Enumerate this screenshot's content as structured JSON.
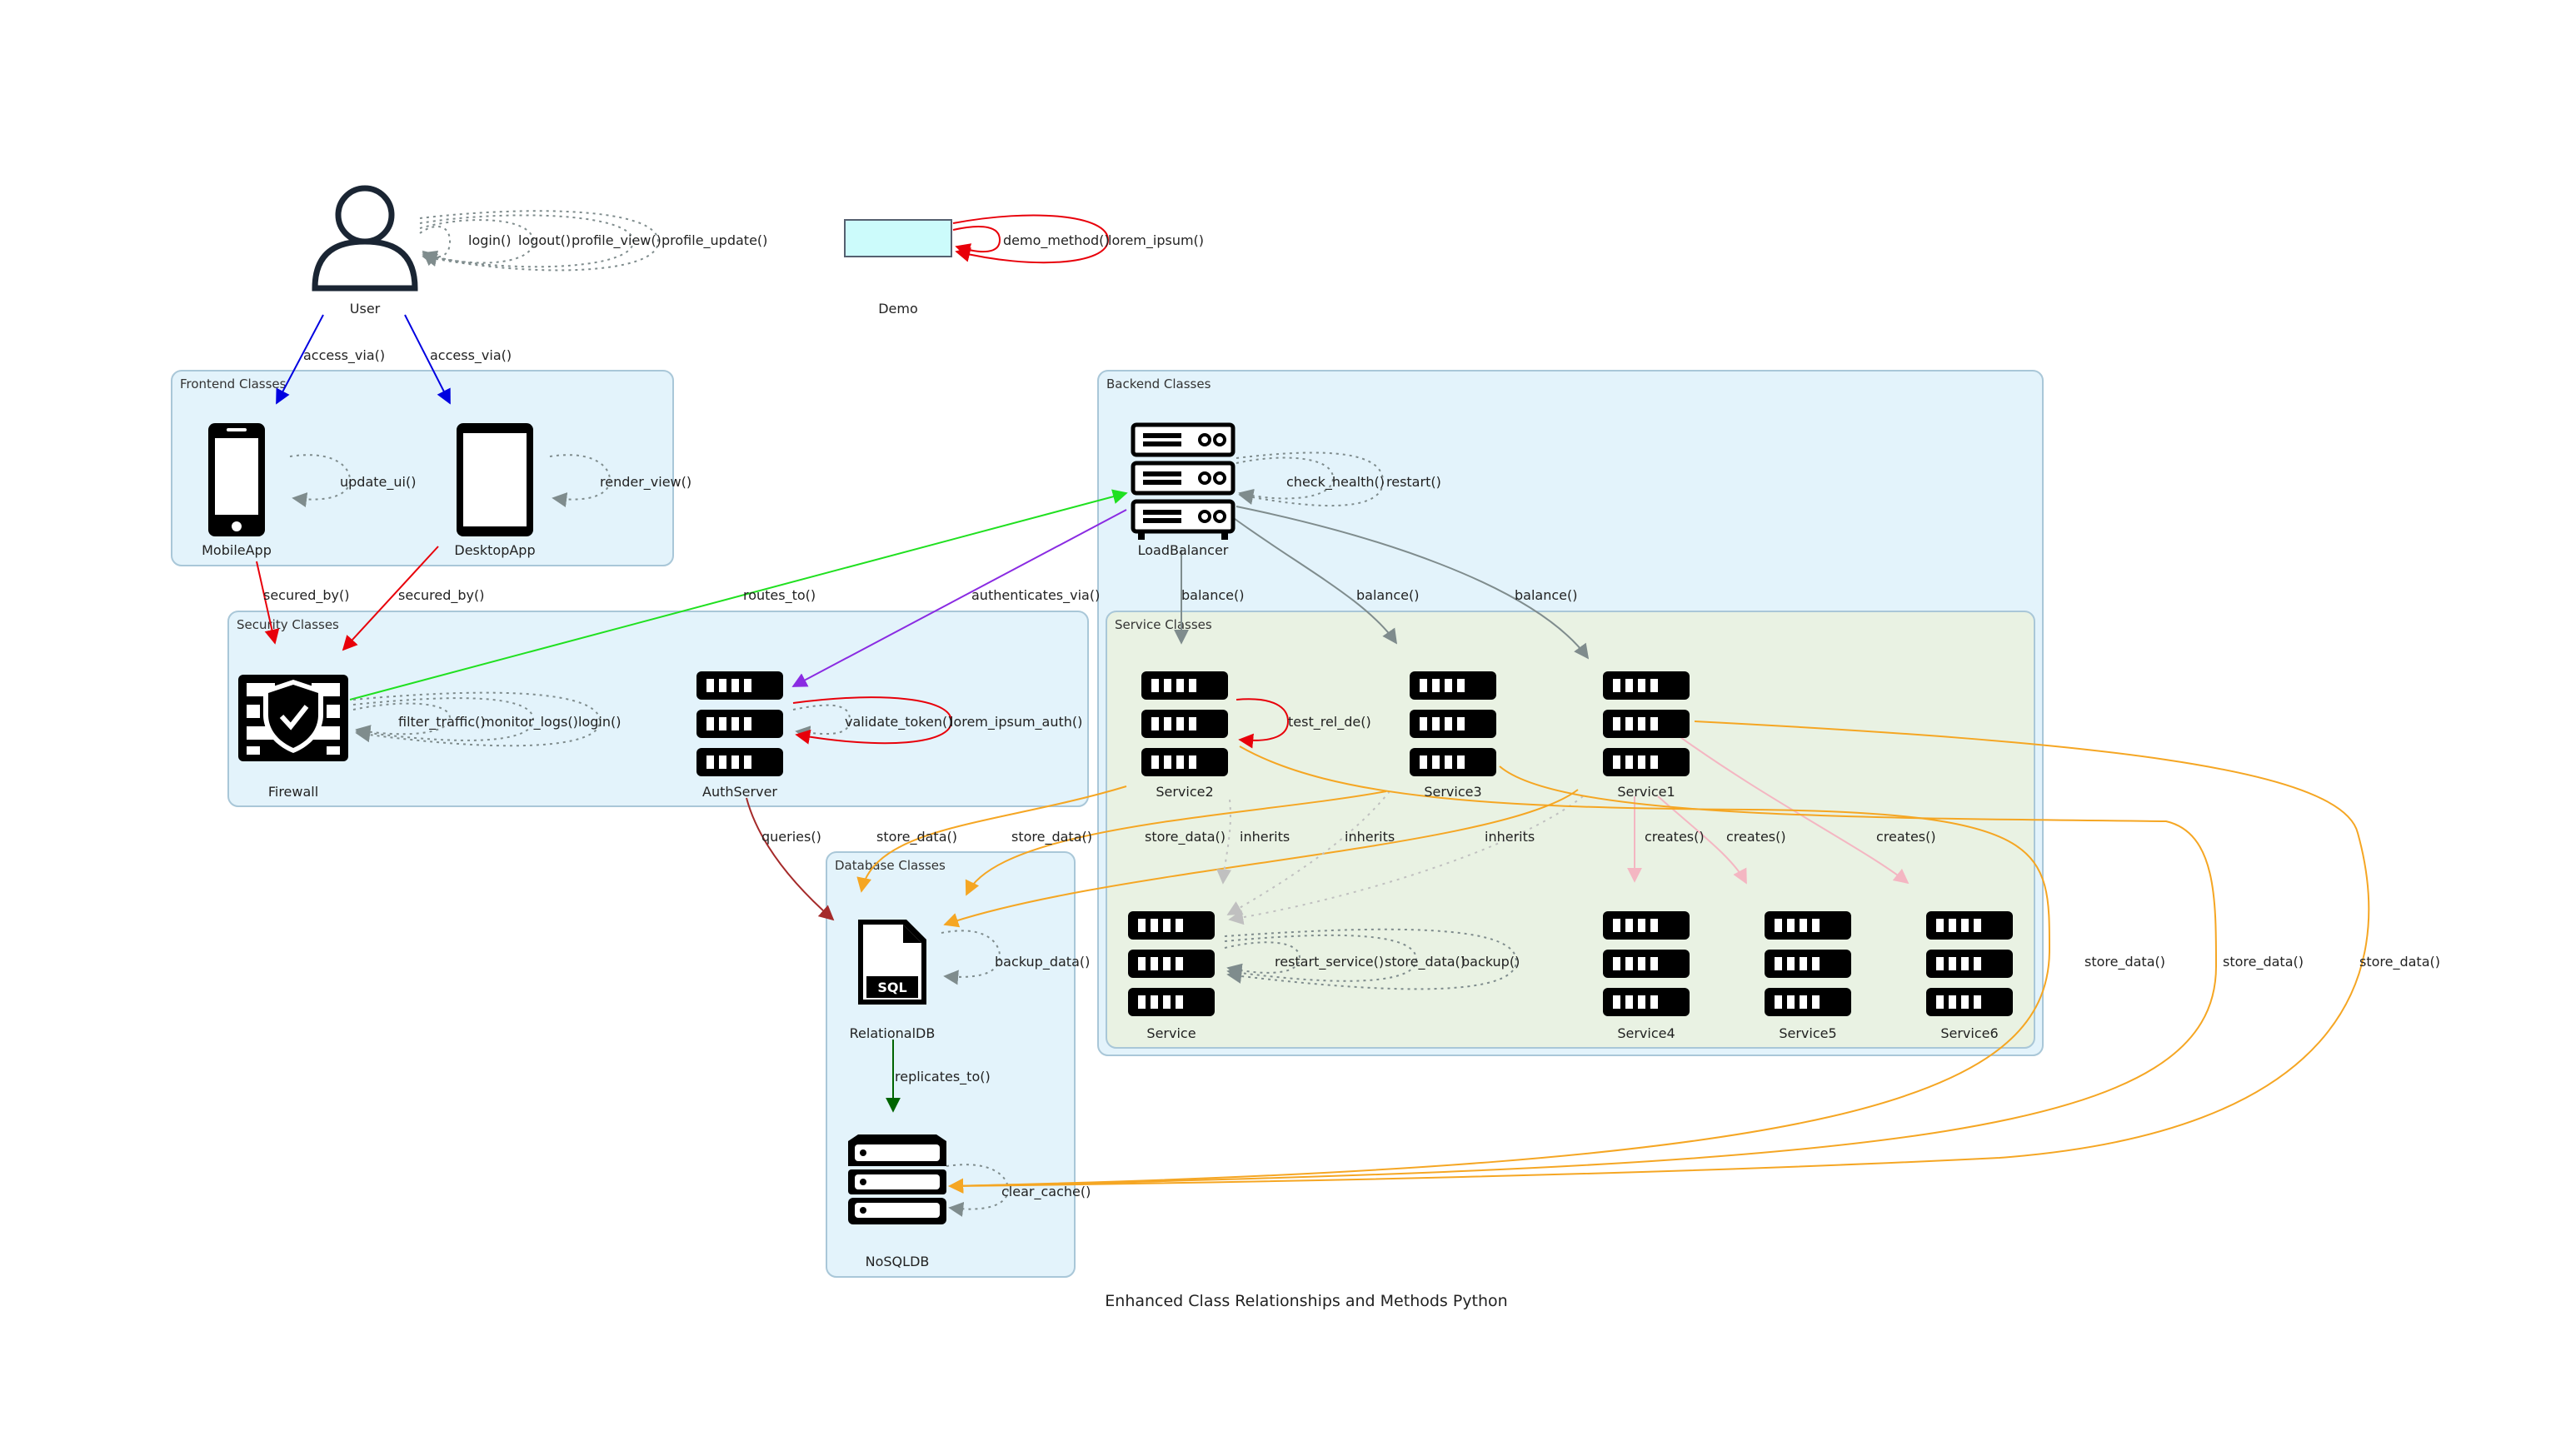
{
  "title": "Enhanced Class Relationships and Methods Python",
  "clusters": {
    "frontend": "Frontend Classes",
    "backend": "Backend Classes",
    "security": "Security Classes",
    "services": "Service Classes",
    "database": "Database Classes"
  },
  "nodes": {
    "user": "User",
    "demo": "Demo",
    "mobileapp": "MobileApp",
    "desktopapp": "DesktopApp",
    "loadbalancer": "LoadBalancer",
    "firewall": "Firewall",
    "authserver": "AuthServer",
    "service1": "Service1",
    "service2": "Service2",
    "service3": "Service3",
    "service": "Service",
    "service4": "Service4",
    "service5": "Service5",
    "service6": "Service6",
    "relationaldb": "RelationalDB",
    "nosqldb": "NoSQLDB"
  },
  "icon_text": {
    "sql": "SQL"
  },
  "edge_labels": {
    "user_login": "login()",
    "user_logout": "logout()",
    "user_profile_view": "profile_view()",
    "user_profile_update": "profile_update()",
    "demo_method": "demo_method()",
    "demo_lorem": "lorem_ipsum()",
    "access_mobile": "access_via()",
    "access_desktop": "access_via()",
    "mobile_update_ui": "update_ui()",
    "desktop_render": "render_view()",
    "mobile_secured": "secured_by()",
    "desktop_secured": "secured_by()",
    "routes_to": "routes_to()",
    "authenticates_via": "authenticates_via()",
    "lb_check_health": "check_health()",
    "lb_restart": "restart()",
    "lb_balance_s2": "balance()",
    "lb_balance_s3": "balance()",
    "lb_balance_s1": "balance()",
    "fw_filter": "filter_traffic()",
    "fw_monitor": "monitor_logs()",
    "fw_login": "login()",
    "auth_validate": "validate_token()",
    "auth_lorem": "lorem_ipsum_auth()",
    "s2_test": "test_rel_de()",
    "auth_queries": "queries()",
    "s2_store": "store_data()",
    "s3_store": "store_data()",
    "s1_store_rdb": "store_data()",
    "s2_inherits": "inherits",
    "s3_inherits": "inherits",
    "s1_inherits": "inherits",
    "s1_creates_s4": "creates()",
    "s1_creates_s5": "creates()",
    "s1_creates_s6": "creates()",
    "service_restart": "restart_service()",
    "service_store": "store_data()",
    "service_backup": "backup()",
    "rdb_backup": "backup_data()",
    "rdb_replicates": "replicates_to()",
    "nosql_clear": "clear_cache()",
    "s2_store_nosql": "store_data()",
    "s3_store_nosql": "store_data()",
    "s1_store_nosql": "store_data()"
  },
  "colors": {
    "cluster_fill": "#e3f3fb",
    "cluster_stroke": "#a9c7d8",
    "service_cluster_fill": "#e9f2e3",
    "demo_fill": "#ccfbfb",
    "gray_edge": "#7f8c8d",
    "red_edge": "#e8000a",
    "blue_edge": "#0000e0",
    "green_edge": "#20e020",
    "purple_edge": "#8a2be2",
    "orange_edge": "#f5a623",
    "pink_edge": "#f4b6c2",
    "brown_edge": "#a52a2a",
    "darkgreen_edge": "#006400",
    "light_gray_edge": "#c0c0c0"
  }
}
